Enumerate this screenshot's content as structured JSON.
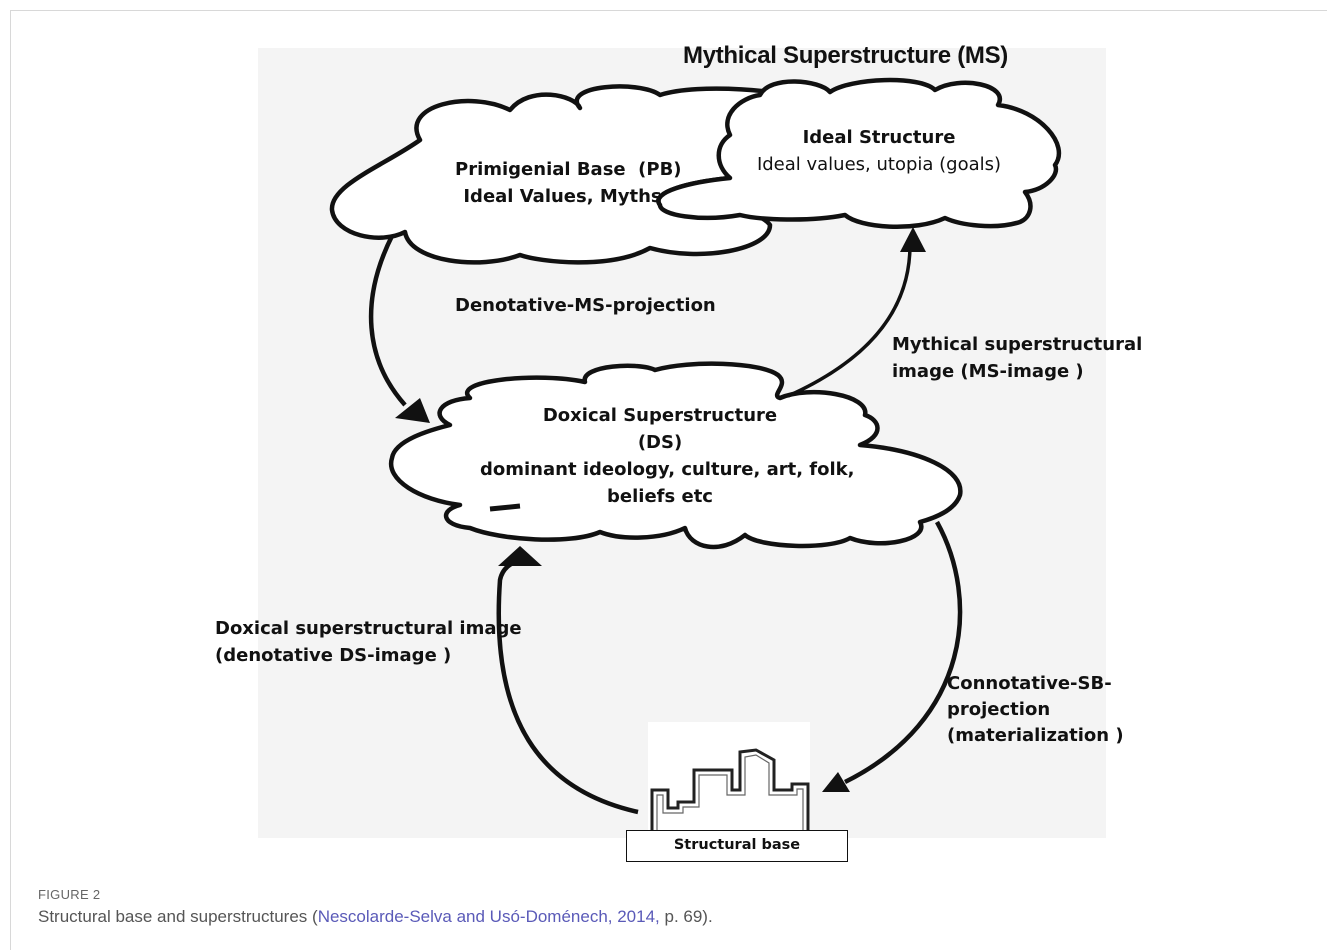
{
  "figure": {
    "title": "Mythical Superstructure (MS)",
    "primigenial_base": {
      "line1": "Primigenial Base  (PB)",
      "line2": "Ideal Values, Myths"
    },
    "ideal_structure": {
      "line1": "Ideal Structure",
      "line2": "Ideal values, utopia (goals)"
    },
    "doxical_superstructure": {
      "line1": "Doxical Superstructure",
      "line2": "(DS)",
      "line3": "dominant ideology, culture, art, folk,",
      "line4": "beliefs etc"
    },
    "arrows": {
      "denotative_ms_projection": "Denotative-MS-projection",
      "ms_image_line1": "Mythical superstructural",
      "ms_image_line2": "image (MS-image )",
      "ds_image_line1": "Doxical superstructural image",
      "ds_image_line2": "(denotative DS-image )",
      "connotative_line1": "Connotative-SB-",
      "connotative_line2": "projection",
      "connotative_line3": "(materialization )"
    },
    "structural_base": "Structural base"
  },
  "caption": {
    "kicker": "FIGURE 2",
    "text_before": "Structural base and superstructures (",
    "reference": "Nescolarde-Selva and Usó-Doménech, 2014,",
    "text_after": " p. 69)."
  }
}
